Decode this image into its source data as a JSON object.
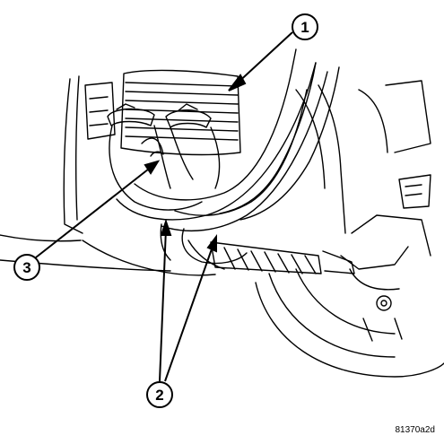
{
  "callouts": [
    {
      "id": "1",
      "label": "1"
    },
    {
      "id": "2",
      "label": "2"
    },
    {
      "id": "3",
      "label": "3"
    }
  ],
  "figure_code": "81370a2d",
  "colors": {
    "line": "#000000",
    "background": "#ffffff"
  }
}
